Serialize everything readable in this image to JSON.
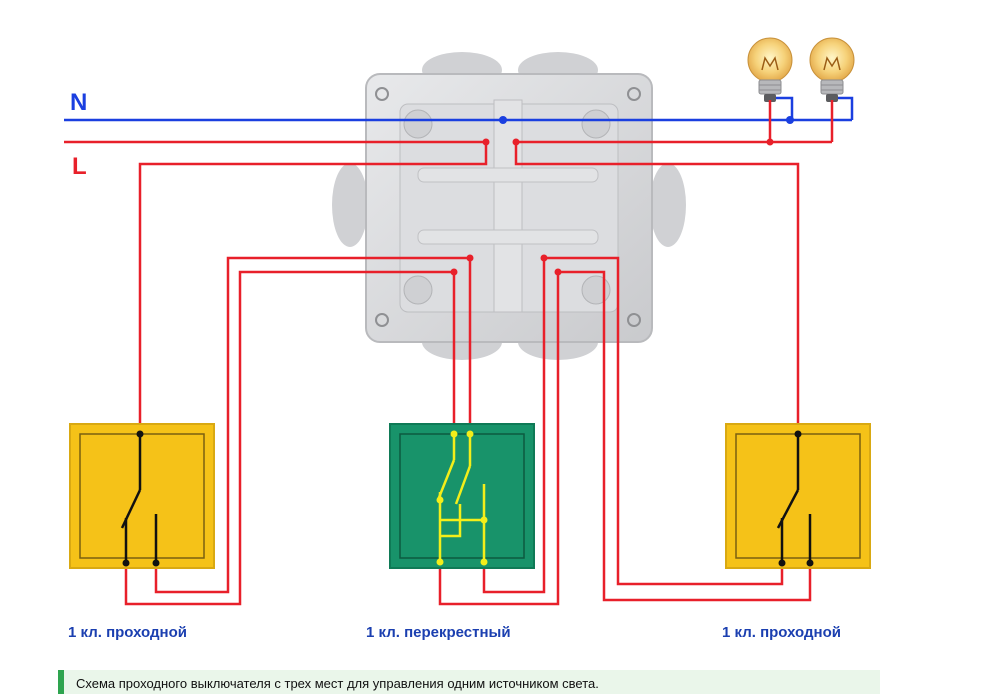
{
  "diagram": {
    "wire_labels": {
      "neutral": "N",
      "live": "L"
    },
    "switch_labels": [
      "1 кл. проходной",
      "1 кл. перекрестный",
      "1 кл. проходной"
    ],
    "caption": "Схема проходного выключателя с трех мест для управления одним источником света."
  },
  "colors": {
    "neutral": "#1a3fe0",
    "live": "#e8202a",
    "passthrough_switch": "#f5c218",
    "cross_switch": "#18936a",
    "cross_contacts": "#f3ee1a",
    "junction_box": "#d7d8da",
    "label": "#1b3fb0",
    "caption_accent": "#2ea44f"
  },
  "icons": [
    "junction-box-icon",
    "light-bulb-icon",
    "passthrough-switch-icon",
    "cross-switch-icon"
  ]
}
